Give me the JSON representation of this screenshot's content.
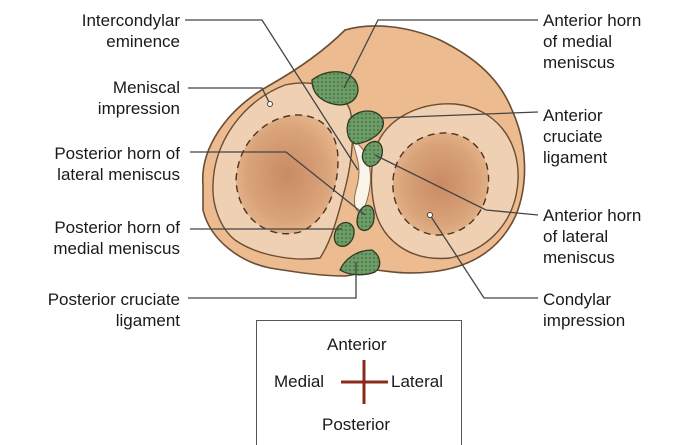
{
  "labels": {
    "intercondylar_eminence": "Intercondylar\neminence",
    "meniscal_impression": "Meniscal\nimpression",
    "posterior_horn_lateral": "Posterior horn of\nlateral meniscus",
    "posterior_horn_medial": "Posterior horn of\nmedial meniscus",
    "posterior_cruciate": "Posterior cruciate\nligament",
    "anterior_horn_medial": "Anterior horn\nof medial\nmeniscus",
    "anterior_cruciate": "Anterior\ncruciate\nligament",
    "anterior_horn_lateral": "Anterior horn\nof lateral\nmeniscus",
    "condylar_impression": "Condylar\nimpression"
  },
  "compass": {
    "anterior": "Anterior",
    "medial": "Medial",
    "lateral": "Lateral",
    "posterior": "Posterior"
  },
  "colors": {
    "bone": "#e9b88a",
    "bone_edge": "#7a5a3a",
    "condyle": "#d49a70",
    "attachment": "#6c9a64",
    "compass_cross": "#8b2a1a"
  }
}
